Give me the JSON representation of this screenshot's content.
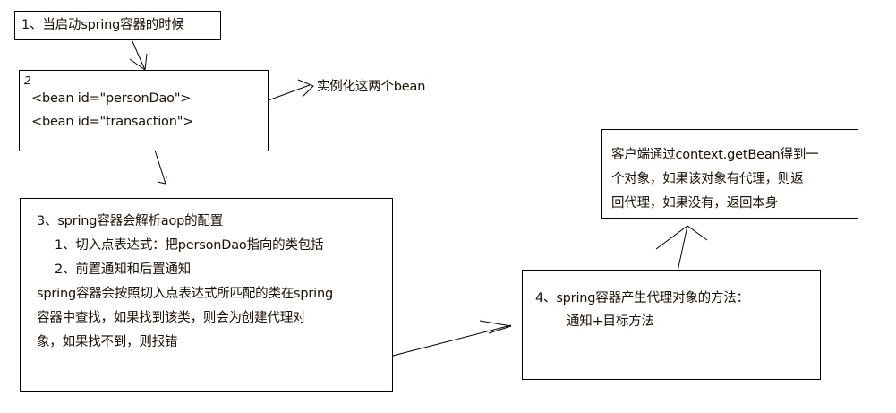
{
  "step1": {
    "text": "1、当启动spring容器的时候"
  },
  "step2": {
    "mark": "2",
    "lines": [
      "<bean id=\"personDao\">",
      "<bean id=\"transaction\">"
    ],
    "note": "实例化这两个bean"
  },
  "step3": {
    "lines": [
      "3、spring容器会解析aop的配置",
      "1、切入点表达式：把personDao指向的类包括",
      "2、前置通知和后置通知",
      "spring容器会按照切入点表达式所匹配的类在spring",
      "容器中查找，如果找到该类，则会为创建代理对",
      "象，如果找不到，则报错"
    ]
  },
  "step4": {
    "lines": [
      "4、spring容器产生代理对象的方法：",
      "通知+目标方法"
    ]
  },
  "step5": {
    "lines": [
      "客户端通过context.getBean得到一",
      "个对象，如果该对象有代理，则返",
      "回代理，如果没有，返回本身"
    ]
  }
}
